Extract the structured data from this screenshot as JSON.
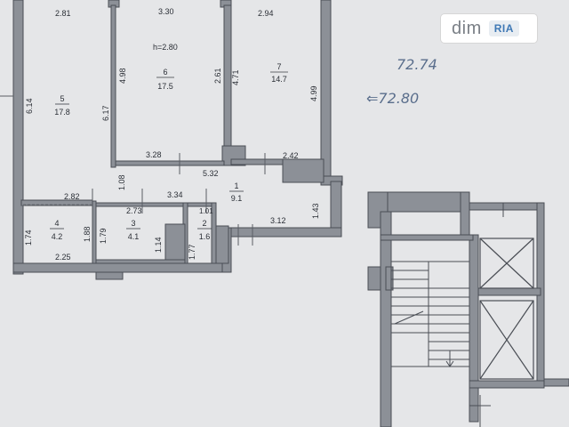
{
  "watermark": {
    "brand": "dim",
    "badge": "RIA"
  },
  "handwritten": {
    "area_total": "72.74",
    "area_note": "⇐72.80"
  },
  "ceiling_height": "h=2.80",
  "rooms": [
    {
      "id": "5",
      "area": "17.8"
    },
    {
      "id": "6",
      "area": "17.5"
    },
    {
      "id": "7",
      "area": "14.7"
    },
    {
      "id": "1",
      "area": "9.1"
    },
    {
      "id": "4",
      "area": "4.2"
    },
    {
      "id": "3",
      "area": "4.1"
    },
    {
      "id": "2",
      "area": "1.6"
    }
  ],
  "dimensions": {
    "top_left": "2.81",
    "top_mid": "3.30",
    "top_right": "2.94",
    "room6_left": "4.98",
    "room6_right": "2.61",
    "room7_left": "4.71",
    "room7_right": "4.99",
    "room5_left": "6.14",
    "room5_right": "6.17",
    "room6_bottom": "3.28",
    "room7_bottom": "2.42",
    "hall_top": "5.32",
    "hall_left": "1.08",
    "hall_mid": "3.34",
    "hall_right": "1.43",
    "hall_bottom": "3.12",
    "room4_top": "2.82",
    "room3_top": "2.73",
    "room2_top": "1.01",
    "room4_left": "1.74",
    "room4_right": "1.88",
    "room3_left": "1.79",
    "room3_right": "1.14",
    "room2_left": "1.77",
    "room4_bottom": "2.25"
  }
}
